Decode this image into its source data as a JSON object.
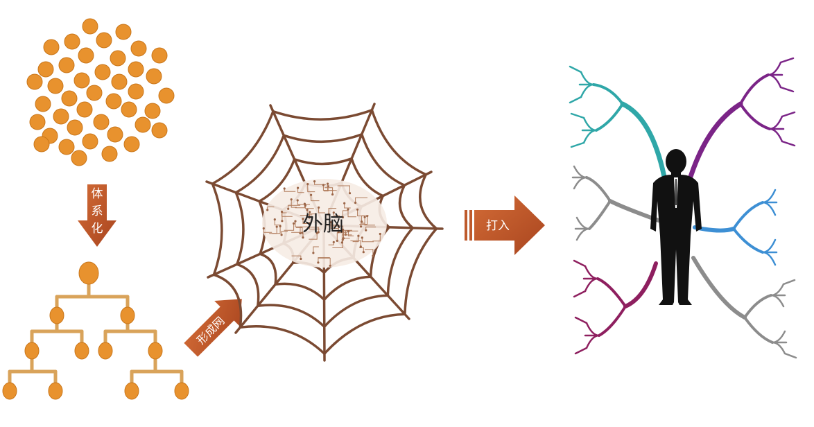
{
  "labels": {
    "systematize_arrow": "体系化",
    "network_arrow": "形成网",
    "web_center": "外脑",
    "import_arrow": "打入"
  },
  "colors": {
    "dot_fill": "#E8922E",
    "dot_stroke": "#C9761A",
    "tree_line": "#D9A35A",
    "arrow": "#BE5A2C",
    "web": "#7B4A32",
    "branch_teal": "#2FA7A8",
    "branch_purple": "#7B2487",
    "branch_blue": "#3D8FD4",
    "branch_gray": "#8C8C8C",
    "branch_magenta": "#8E1F5F",
    "silhouette": "#111111"
  },
  "icons": {
    "cluster": "scattered-dots-icon",
    "tree": "hierarchy-tree-icon",
    "web": "spider-web-icon",
    "brain": "circuit-brain-icon",
    "person": "businessman-silhouette-icon",
    "mindmap": "mind-map-branches-icon"
  }
}
